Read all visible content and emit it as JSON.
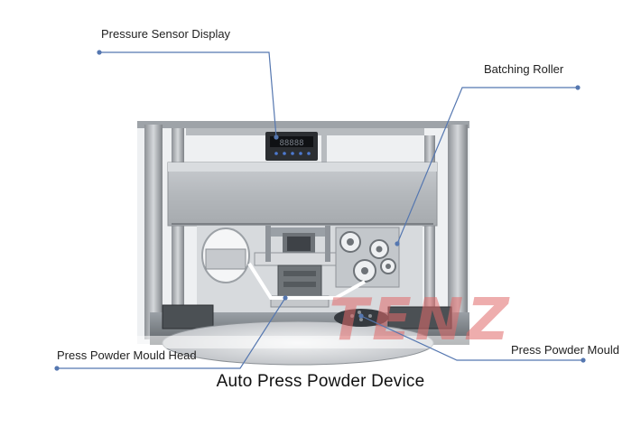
{
  "labels": {
    "pressure_sensor_display": "Pressure Sensor Display",
    "batching_roller": "Batching Roller",
    "press_powder_mould_head": "Press Powder Mould Head",
    "press_powder_mould": "Press Powder Mould"
  },
  "caption": "Auto Press Powder Device",
  "watermark": "TENZ",
  "colors": {
    "leader_line": "#5577b0",
    "watermark": "#e06a6a"
  }
}
